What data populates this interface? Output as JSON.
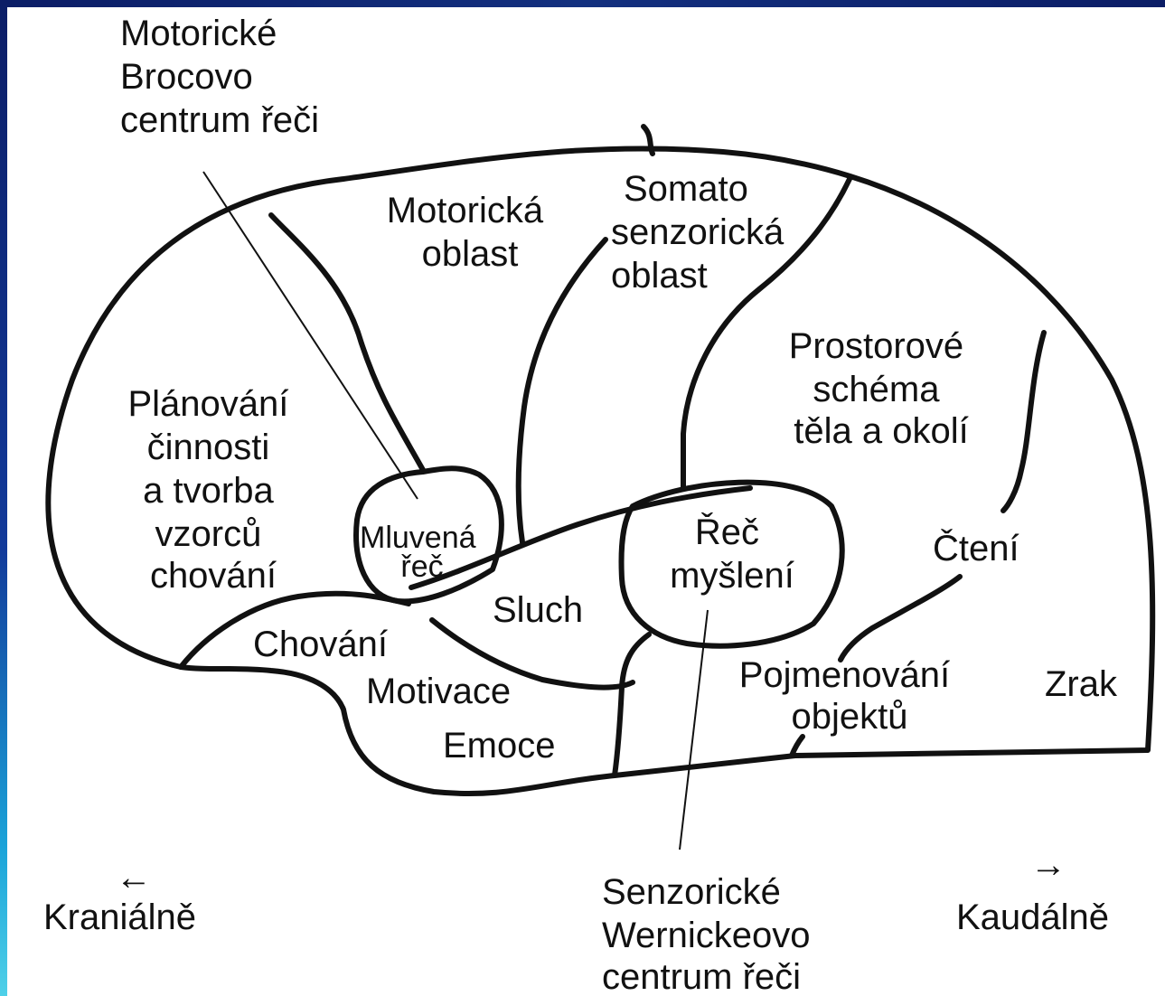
{
  "diagram": {
    "labels": {
      "broca": [
        "Motorické",
        "Brocovo",
        "centrum řeči"
      ],
      "motor_area": [
        "Motorická",
        "oblast"
      ],
      "somato_area": [
        "Somato",
        "senzorická",
        "oblast"
      ],
      "spatial": [
        "Prostorové",
        "schéma",
        "těla a okolí"
      ],
      "planning": [
        "Plánování",
        "činnosti",
        "a tvorba",
        "vzorců",
        "chování"
      ],
      "spoken_speech": [
        "Mluvená",
        "řeč"
      ],
      "hearing": "Sluch",
      "speech_thinking": [
        "Řeč",
        "myšlení"
      ],
      "reading": "Čtení",
      "behavior": "Chování",
      "motivation": "Motivace",
      "emotion": "Emoce",
      "naming": [
        "Pojmenování",
        "objektů"
      ],
      "vision": "Zrak",
      "wernicke": [
        "Senzorické",
        "Wernickeovo",
        "centrum řeči"
      ]
    },
    "directions": {
      "cranial_arrow": "←",
      "cranial": "Kraniálně",
      "caudal_arrow": "→",
      "caudal": "Kaudálně"
    }
  },
  "colors": {
    "frame": "#0a1a5c",
    "background": "#ffffff",
    "ink": "#111111"
  }
}
